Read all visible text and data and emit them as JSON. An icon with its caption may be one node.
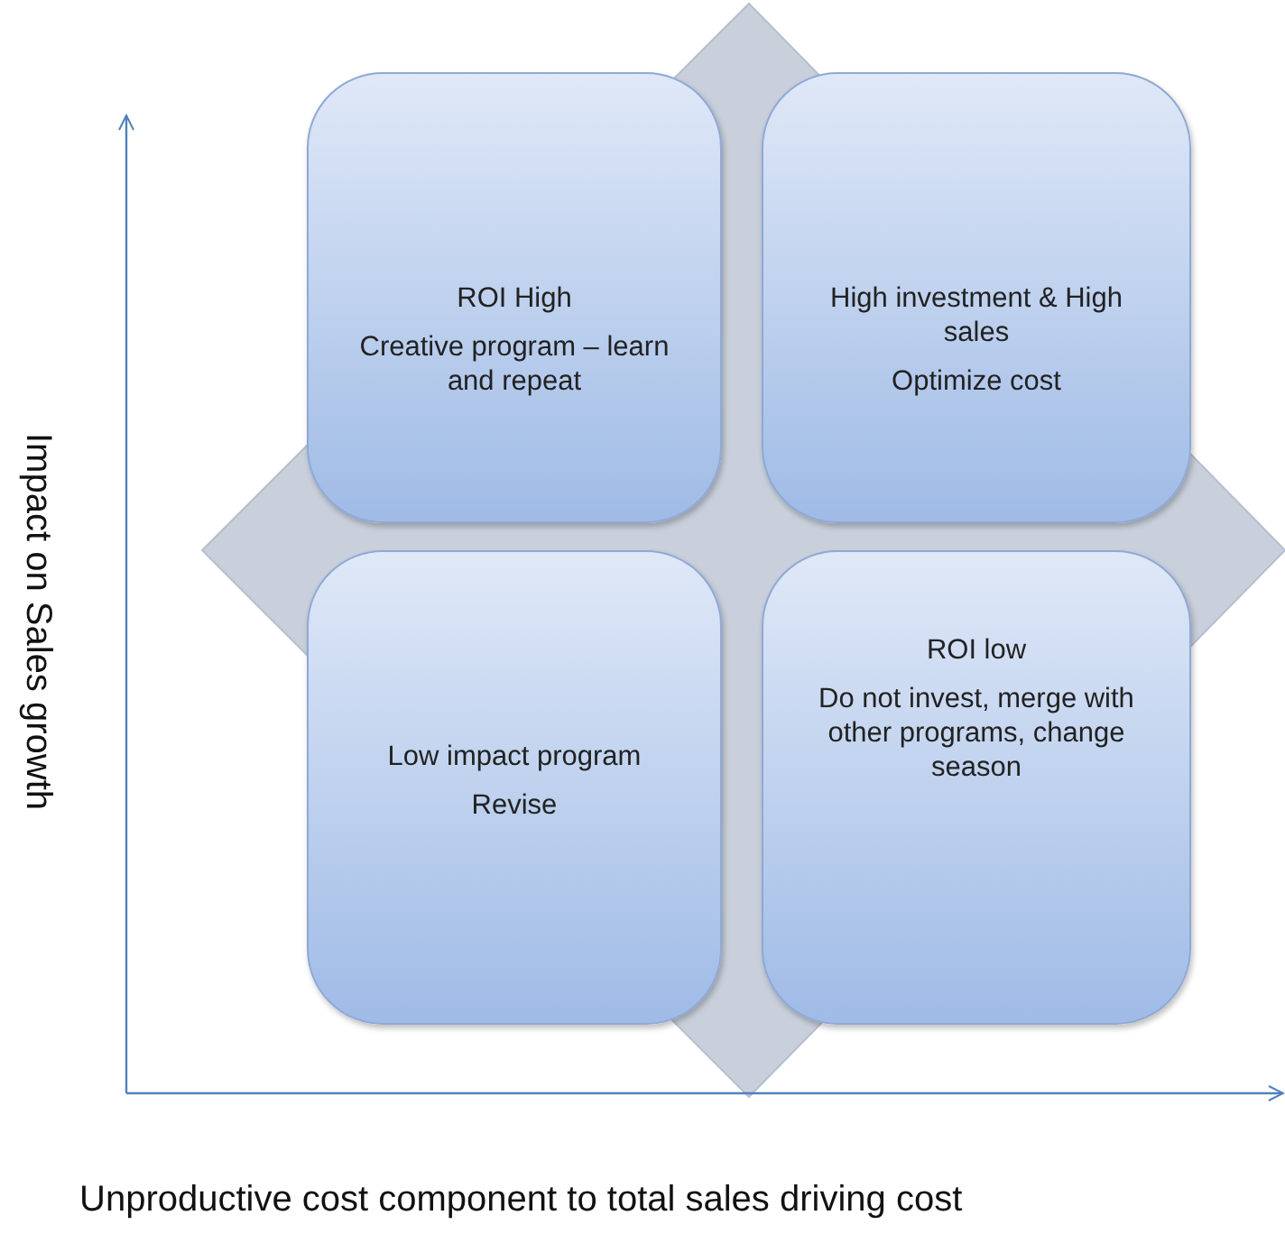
{
  "diagram": {
    "nodes": [
      {
        "text": [
          "ROI High",
          "Creative program – learn and repeat"
        ]
      },
      {
        "text": [
          "High investment & High sales",
          "Optimize cost"
        ]
      },
      {
        "text": [
          "Low impact program",
          "Revise"
        ]
      },
      {
        "text": [
          "ROI low",
          "Do not invest, merge with other programs, change season"
        ]
      }
    ],
    "edges": [],
    "labels": [
      "Impact on Sales growth",
      "Unproductive cost component to total sales driving cost"
    ]
  }
}
